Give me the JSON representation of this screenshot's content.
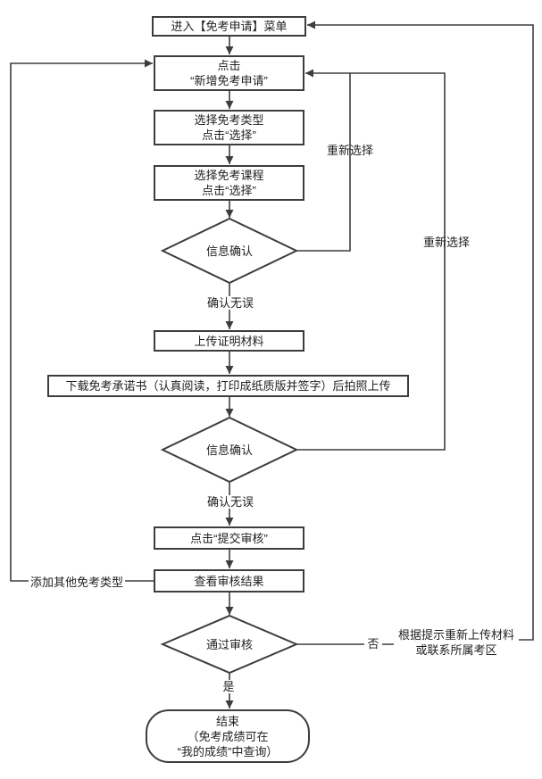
{
  "diagram": {
    "colors": {
      "line": "#3d3d3d",
      "node_fill": "#ffffff",
      "text": "#1f1f1f",
      "background": "#ffffff"
    },
    "nodes": {
      "start": {
        "label": "进入【免考申请】菜单"
      },
      "add_request": {
        "lines": [
          "点击",
          "“新增免考申请”"
        ]
      },
      "select_type": {
        "lines": [
          "选择免考类型",
          "点击“选择”"
        ]
      },
      "select_course": {
        "lines": [
          "选择免考课程",
          "点击“选择”"
        ]
      },
      "confirm_info_1": {
        "label": "信息确认"
      },
      "upload_proof": {
        "label": "上传证明材料"
      },
      "download_commitment": {
        "label": "下载免考承诺书（认真阅读，打印成纸质版并签字）后拍照上传"
      },
      "confirm_info_2": {
        "label": "信息确认"
      },
      "submit_review": {
        "label": "点击“提交审核”"
      },
      "view_result": {
        "label": "查看审核结果"
      },
      "pass_review": {
        "label": "通过审核"
      },
      "end": {
        "lines": [
          "结束",
          "（免考成绩可在",
          "“我的成绩”中查询）"
        ]
      }
    },
    "edge_labels": {
      "confirmed_1": "确认无误",
      "confirmed_2": "确认无误",
      "reselect_1": "重新选择",
      "reselect_2": "重新选择",
      "add_other_type": "添加其他免考类型",
      "yes": "是",
      "no": "否",
      "fail_hint": [
        "根据提示重新上传材料",
        "或联系所属考区"
      ]
    }
  }
}
